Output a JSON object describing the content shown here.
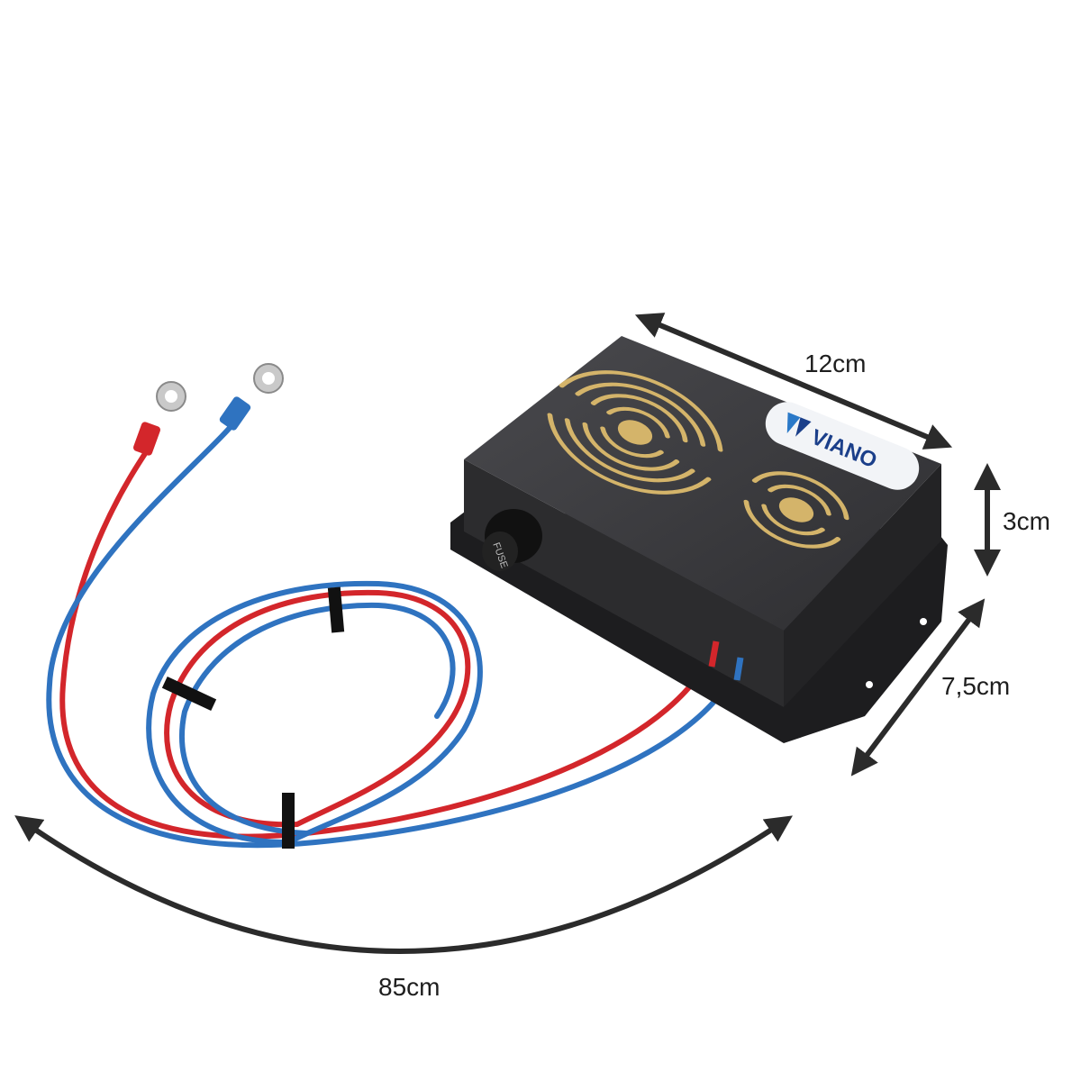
{
  "product": {
    "brand_logo_text": "VIANO",
    "fuse_label": "FUSE"
  },
  "dimensions": {
    "length": "12cm",
    "height": "3cm",
    "width": "7,5cm",
    "cable_length": "85cm"
  },
  "colors": {
    "housing": "#3a3a3c",
    "grille": "#d4b46a",
    "wire_red": "#d3262b",
    "wire_blue": "#2f73c0",
    "arrow": "#2b2b2b"
  }
}
